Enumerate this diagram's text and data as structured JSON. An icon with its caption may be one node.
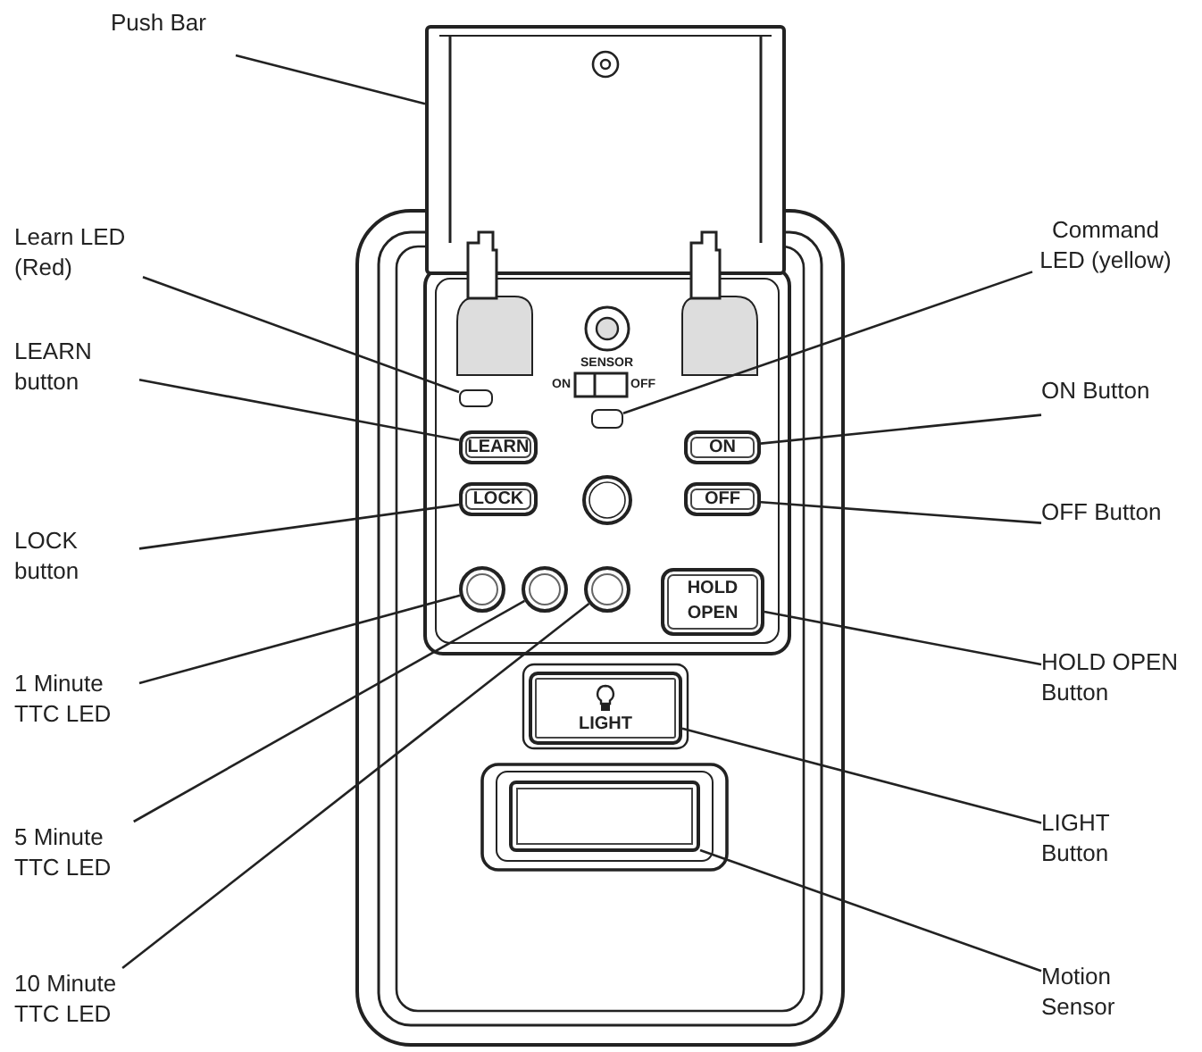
{
  "diagram": {
    "nodes": [
      {
        "text": [
          "Push Bar"
        ]
      },
      {
        "text": [],
        "shape": "box"
      },
      {
        "text": [
          "Learn LED (Red)"
        ]
      },
      {
        "text": [],
        "shape": "box"
      },
      {
        "text": [
          "Command LED (yellow)"
        ]
      },
      {
        "text": [],
        "shape": "box"
      },
      {
        "text": [
          "LEARN button"
        ]
      },
      {
        "text": [
          "LEARN"
        ]
      },
      {
        "text": [
          "ON Button"
        ]
      },
      {
        "text": [
          "ON"
        ]
      },
      {
        "text": [
          "LOCK button"
        ]
      },
      {
        "text": [
          "LOCK"
        ]
      },
      {
        "text": [
          "OFF Button"
        ]
      },
      {
        "text": [
          "OFF"
        ]
      },
      {
        "text": [
          "1 Minute TTC LED"
        ]
      },
      {
        "text": [],
        "shape": "circle"
      },
      {
        "text": [],
        "shape": "circle"
      },
      {
        "text": [],
        "shape": "circle"
      },
      {
        "text": [
          "HOLD OPEN Button"
        ]
      },
      {
        "text": [
          "HOLD OPEN"
        ]
      },
      {
        "text": [
          "5 Minute TTC LED"
        ]
      },
      {
        "text": [
          "LIGHT Button"
        ]
      },
      {
        "text": [
          "LIGHT"
        ]
      },
      {
        "text": [
          "10 Minute TTC LED"
        ]
      },
      {
        "text": [
          "Motion Sensor"
        ]
      },
      {
        "text": [],
        "shape": "box"
      }
    ],
    "edges": [
      {
        "from": 0,
        "to": 1,
        "arrow": "none"
      },
      {
        "from": 2,
        "to": 3,
        "arrow": "none"
      },
      {
        "from": 4,
        "to": 5,
        "arrow": "none"
      },
      {
        "from": 6,
        "to": 7,
        "arrow": "none"
      },
      {
        "from": 8,
        "to": 9,
        "arrow": "none"
      },
      {
        "from": 10,
        "to": 11,
        "arrow": "none"
      },
      {
        "from": 12,
        "to": 13,
        "arrow": "none"
      },
      {
        "from": 14,
        "to": 15,
        "arrow": "none"
      },
      {
        "from": 20,
        "to": 16,
        "arrow": "none"
      },
      {
        "from": 23,
        "to": 17,
        "arrow": "none"
      },
      {
        "from": 18,
        "to": 19,
        "arrow": "none"
      },
      {
        "from": 21,
        "to": 22,
        "arrow": "none"
      },
      {
        "from": 24,
        "to": 25,
        "arrow": "none"
      }
    ],
    "labels": [
      "SENSOR",
      "ON",
      "OFF"
    ]
  }
}
